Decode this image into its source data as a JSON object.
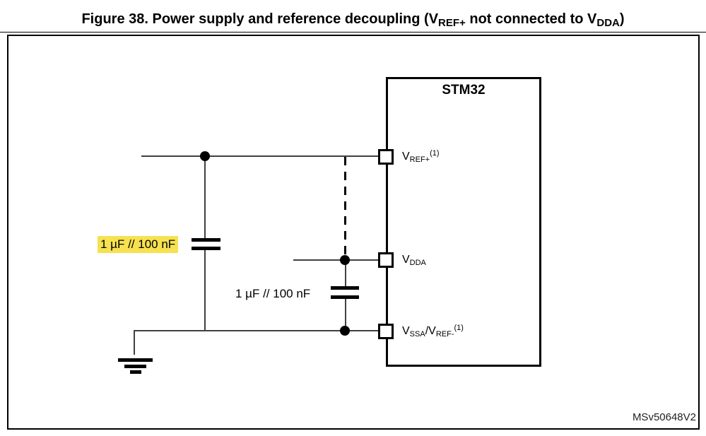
{
  "figure": {
    "title": {
      "part1": "Figure 38. Power supply and reference decoupling (V",
      "sub1": "REF+",
      "part2": " not connected to V",
      "sub2": "DDA",
      "part3": ")"
    },
    "watermark": "MSv50648V2"
  },
  "chip": {
    "name": "STM32",
    "pins": {
      "vref_plus": {
        "main": "V",
        "sub": "REF+",
        "sup": "(1)"
      },
      "vdda": {
        "main": "V",
        "sub": "DDA"
      },
      "vssa": {
        "p1": "V",
        "sub1": "SSA",
        "p2": "/V",
        "sub2": "REF-",
        "sup": "(1)"
      }
    }
  },
  "components": {
    "cap_left_label": "1 µF // 100 nF",
    "cap_middle_label": "1 µF // 100 nF",
    "highlight_color": "#F6E150",
    "wire_color": "#404040"
  }
}
